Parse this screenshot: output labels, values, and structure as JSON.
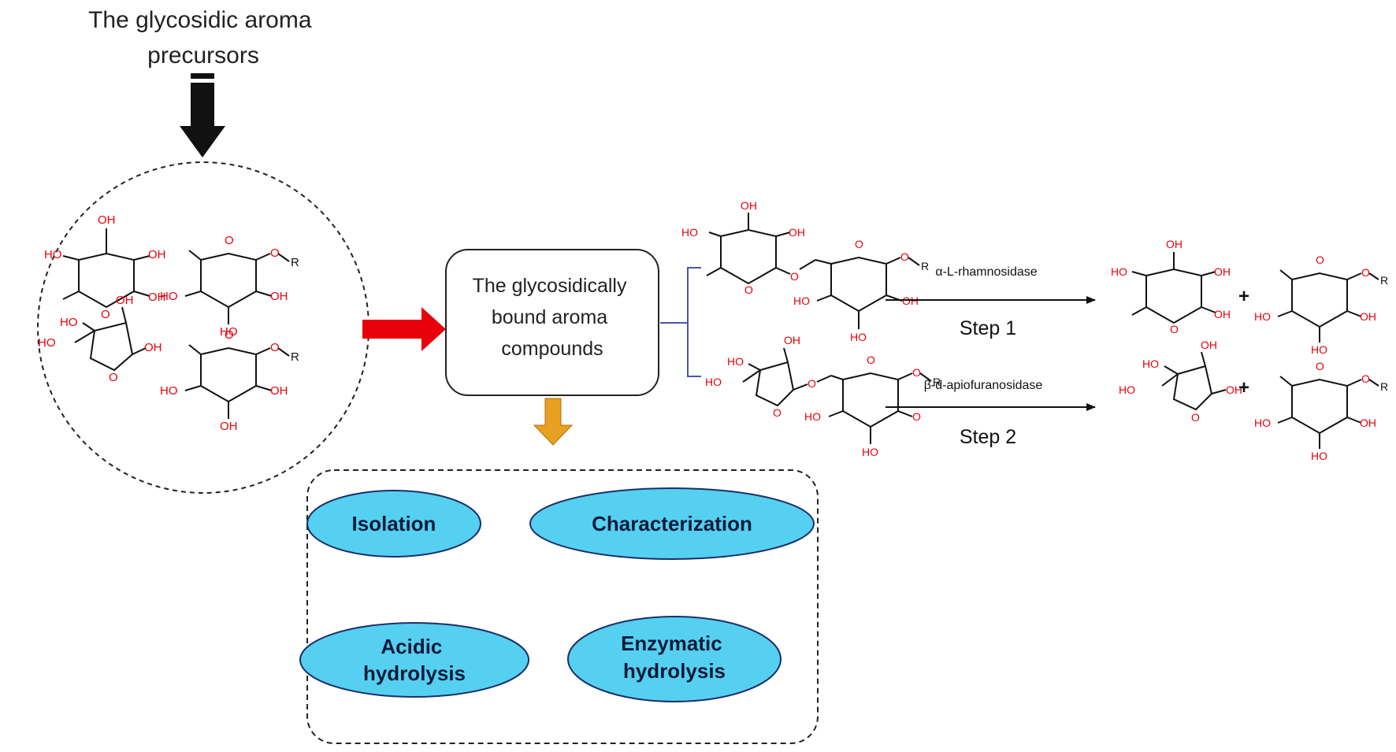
{
  "precursors_title": [
    "The glycosidic aroma",
    "precursors"
  ],
  "bound_box_label": [
    "The glycosidically",
    "bound aroma",
    "compounds"
  ],
  "methods": {
    "isolation": [
      "Isolation"
    ],
    "characterization": [
      "Characterization"
    ],
    "acidic": [
      "Acidic",
      "hydrolysis"
    ],
    "enzymatic": [
      "Enzymatic",
      "hydrolysis"
    ]
  },
  "steps": {
    "enzyme1": "α-L-rhamnosidase",
    "step1": "Step 1",
    "enzyme2": "β-d-apiofuranosidase",
    "step2": "Step 2",
    "plus": "+"
  },
  "chem": {
    "OH": "OH",
    "HO": "HO",
    "O": "O",
    "R": "R"
  },
  "colors": {
    "red_arrow": "#e8000a",
    "orange_arrow": "#e8a020",
    "ellipse_fill": "#55d0f0",
    "bracket": "#4a56a8",
    "atom_label": "#e8000a"
  }
}
